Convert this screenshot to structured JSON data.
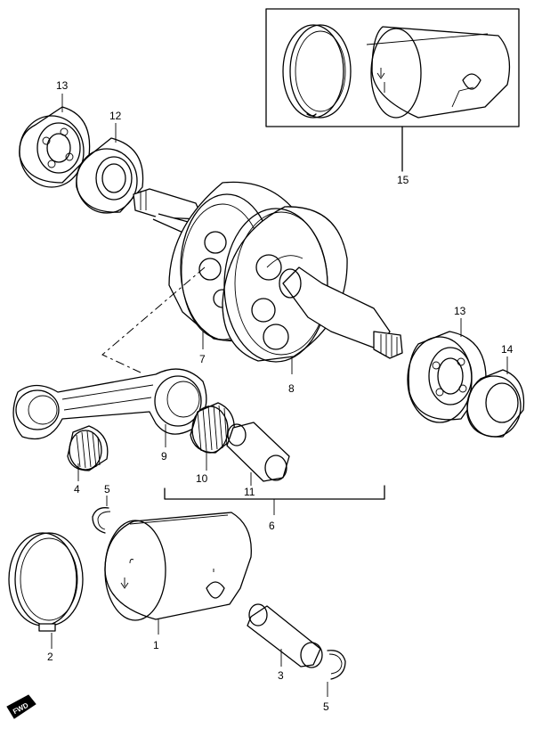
{
  "callouts": {
    "c1": "1",
    "c2": "2",
    "c3": "3",
    "c4": "4",
    "c5a": "5",
    "c5b": "5",
    "c6": "6",
    "c7": "7",
    "c8": "8",
    "c9": "9",
    "c10": "10",
    "c11": "11",
    "c12": "12",
    "c13a": "13",
    "c13b": "13",
    "c14": "14",
    "c15": "15"
  },
  "fwd_badge": "FWD"
}
